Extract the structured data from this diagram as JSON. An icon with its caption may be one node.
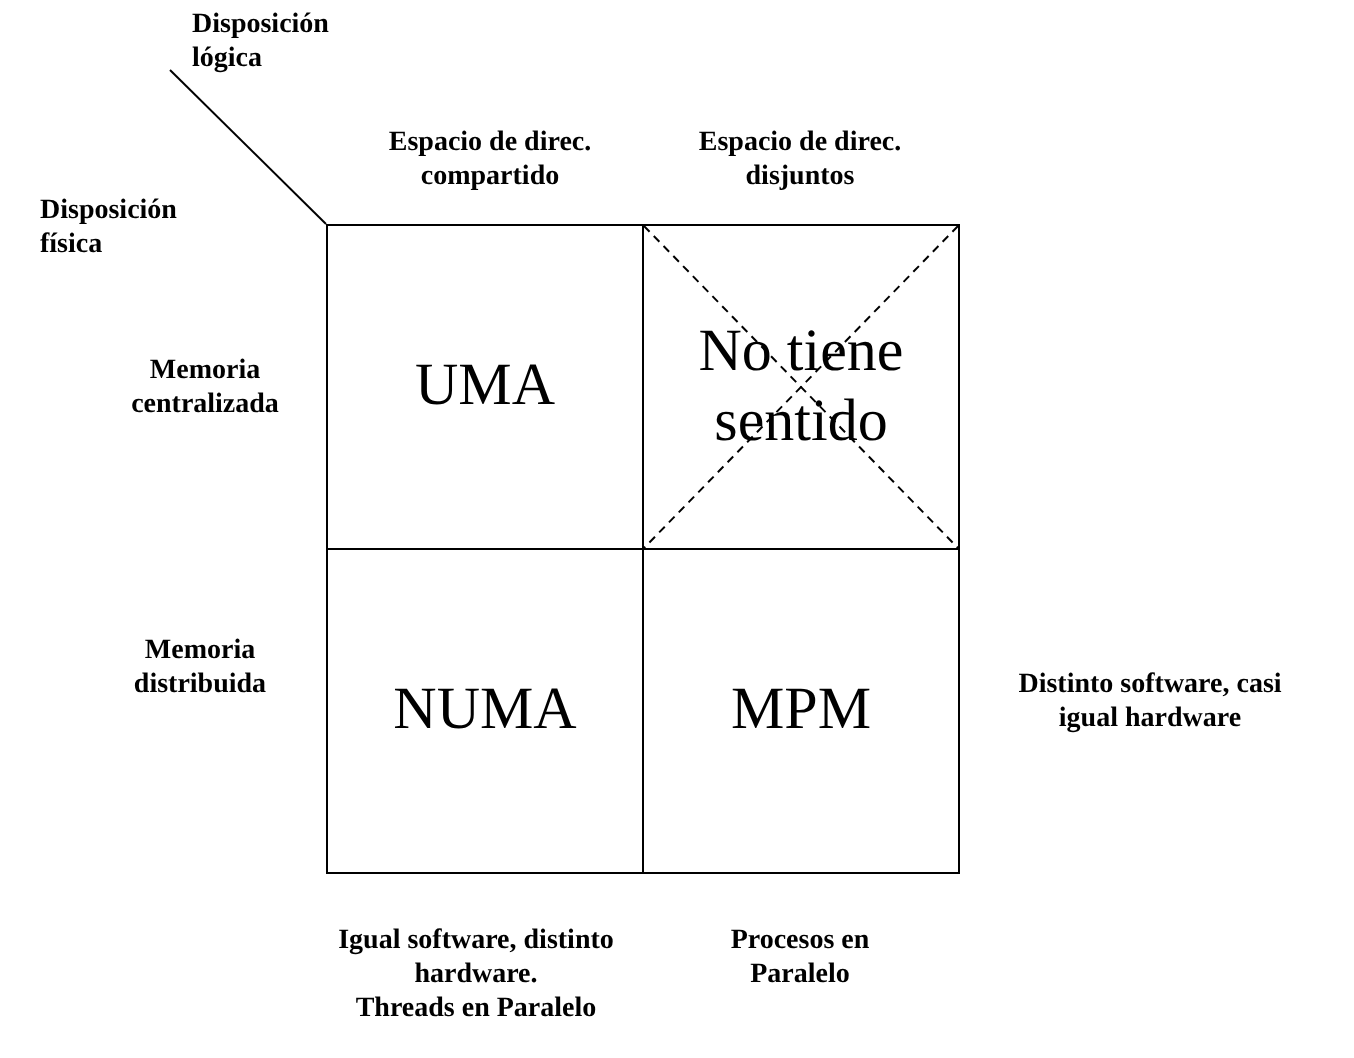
{
  "diagram": {
    "nodes": [
      {
        "text": [
          "UMA"
        ]
      },
      {
        "text": [
          "No tiene sentido"
        ]
      },
      {
        "text": [
          "NUMA"
        ]
      },
      {
        "text": [
          "MPM"
        ]
      }
    ],
    "labels": [
      "Disposición lógica",
      "Disposición física",
      "Espacio de direc. compartido",
      "Espacio de direc. disjuntos",
      "Memoria centralizada",
      "Memoria distribuida",
      "Distinto software, casi igual hardware",
      "Igual software, distinto hardware.",
      "Threads en Paralelo",
      "Procesos en Paralelo"
    ]
  }
}
